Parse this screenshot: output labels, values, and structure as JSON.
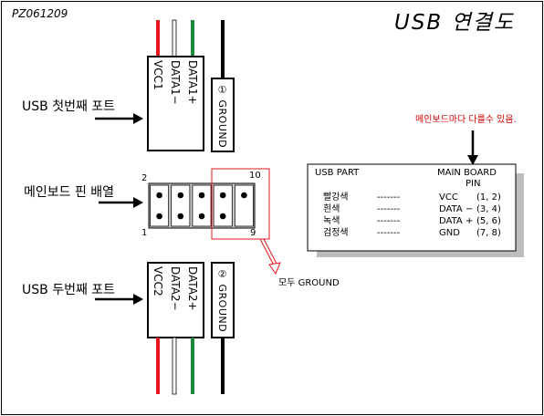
{
  "corner_code": "PZ061209",
  "title": "USB 연결도",
  "port1_label": "USB 첫번째 포트",
  "port2_label": "USB 두번째 포트",
  "header_label": "메인보드 핀 배열",
  "connector1_pins": [
    "VCC1",
    "DATA1−",
    "DATA1+"
  ],
  "connector2_pins": [
    "VCC2",
    "DATA2−",
    "DATA2+"
  ],
  "ground1_label": "GROUND",
  "ground2_label": "GROUND",
  "ground1_symbol": "①",
  "ground2_symbol": "②",
  "pin_numbers": {
    "top_left": "2",
    "top_right": "10",
    "bottom_left": "1",
    "bottom_right": "9"
  },
  "all_ground_label": "모두 GROUND",
  "mainboard_note": "메인보드마다 다를수 있음.",
  "table": {
    "header_left": "USB PART",
    "header_right_line1": "MAIN BOARD",
    "header_right_line2": "PIN",
    "rows": [
      {
        "color": "빨강색",
        "dashes": "-------",
        "signal": "VCC",
        "pins": "(1, 2)"
      },
      {
        "color": "흰색",
        "dashes": "-------",
        "signal": "DATA −",
        "pins": "(3, 4)"
      },
      {
        "color": "녹색",
        "dashes": "-------",
        "signal": "DATA +",
        "pins": "(5, 6)"
      },
      {
        "color": "검정색",
        "dashes": "-------",
        "signal": "GND",
        "pins": "(7, 8)"
      }
    ]
  },
  "colors": {
    "red_wire": "#e8141c",
    "green_wire": "#1a8a3a",
    "white_wire": "#ffffff",
    "black_wire": "#000000",
    "note_red": "#d40000",
    "header_shade": "#cfcfcf"
  }
}
